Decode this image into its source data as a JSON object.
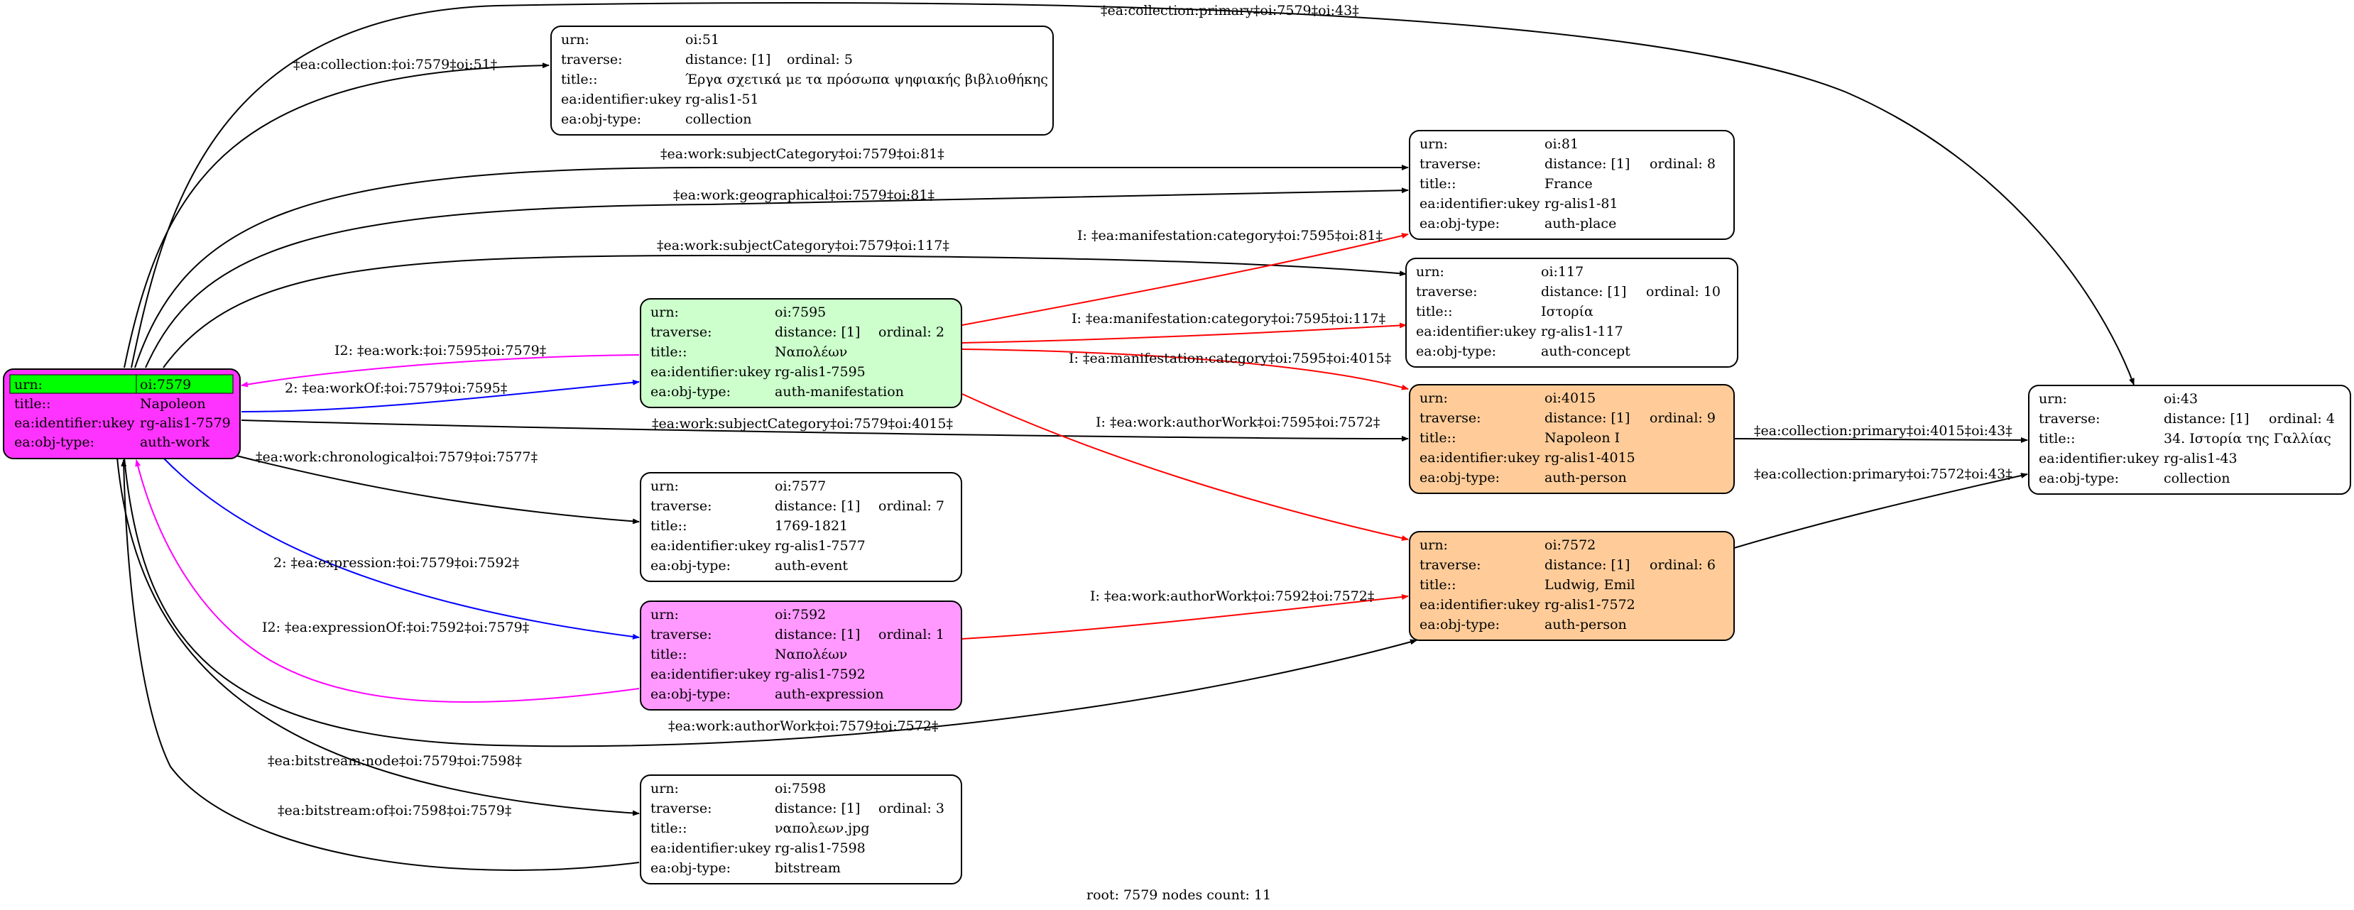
{
  "colors": {
    "root_fill": "#ff33ff",
    "root_header": "#00ff00",
    "manifestation_fill": "#ccffcc",
    "expression_fill": "#ff99ff",
    "person_fill": "#ffcc99",
    "default_fill": "#ffffff",
    "edge_default": "#000000",
    "edge_inverse": "#ff0000",
    "edge_magenta": "#ff00ff",
    "edge_blue": "#0000ff"
  },
  "nodes": {
    "n7579": {
      "rows": [
        [
          "urn:",
          "oi:7579"
        ],
        [
          "title::",
          "Napoleon"
        ],
        [
          "ea:identifier:ukey",
          "rg-alis1-7579"
        ],
        [
          "ea:obj-type:",
          "auth-work"
        ]
      ]
    },
    "n51": {
      "rows": [
        [
          "urn:",
          "oi:51"
        ],
        [
          "traverse:",
          "distance: [1]",
          "ordinal: 5"
        ],
        [
          "title::",
          "Έργα σχετικά με τα πρόσωπα ψηφιακής βιβλιοθήκης"
        ],
        [
          "ea:identifier:ukey",
          "rg-alis1-51"
        ],
        [
          "ea:obj-type:",
          "collection"
        ]
      ]
    },
    "n81": {
      "rows": [
        [
          "urn:",
          "oi:81"
        ],
        [
          "traverse:",
          "distance: [1]",
          "ordinal: 8"
        ],
        [
          "title::",
          "France"
        ],
        [
          "ea:identifier:ukey",
          "rg-alis1-81"
        ],
        [
          "ea:obj-type:",
          "auth-place"
        ]
      ]
    },
    "n117": {
      "rows": [
        [
          "urn:",
          "oi:117"
        ],
        [
          "traverse:",
          "distance: [1]",
          "ordinal: 10"
        ],
        [
          "title::",
          "Ιστορία"
        ],
        [
          "ea:identifier:ukey",
          "rg-alis1-117"
        ],
        [
          "ea:obj-type:",
          "auth-concept"
        ]
      ]
    },
    "n7595": {
      "rows": [
        [
          "urn:",
          "oi:7595"
        ],
        [
          "traverse:",
          "distance: [1]",
          "ordinal: 2"
        ],
        [
          "title::",
          "Ναπολέων"
        ],
        [
          "ea:identifier:ukey",
          "rg-alis1-7595"
        ],
        [
          "ea:obj-type:",
          "auth-manifestation"
        ]
      ]
    },
    "n4015": {
      "rows": [
        [
          "urn:",
          "oi:4015"
        ],
        [
          "traverse:",
          "distance: [1]",
          "ordinal: 9"
        ],
        [
          "title::",
          "Napoleon I"
        ],
        [
          "ea:identifier:ukey",
          "rg-alis1-4015"
        ],
        [
          "ea:obj-type:",
          "auth-person"
        ]
      ]
    },
    "n43": {
      "rows": [
        [
          "urn:",
          "oi:43"
        ],
        [
          "traverse:",
          "distance: [1]",
          "ordinal: 4"
        ],
        [
          "title::",
          "34. Ιστορία της Γαλλίας"
        ],
        [
          "ea:identifier:ukey",
          "rg-alis1-43"
        ],
        [
          "ea:obj-type:",
          "collection"
        ]
      ]
    },
    "n7577": {
      "rows": [
        [
          "urn:",
          "oi:7577"
        ],
        [
          "traverse:",
          "distance: [1]",
          "ordinal: 7"
        ],
        [
          "title::",
          "1769-1821"
        ],
        [
          "ea:identifier:ukey",
          "rg-alis1-7577"
        ],
        [
          "ea:obj-type:",
          "auth-event"
        ]
      ]
    },
    "n7572": {
      "rows": [
        [
          "urn:",
          "oi:7572"
        ],
        [
          "traverse:",
          "distance: [1]",
          "ordinal: 6"
        ],
        [
          "title::",
          "Ludwig, Emil"
        ],
        [
          "ea:identifier:ukey",
          "rg-alis1-7572"
        ],
        [
          "ea:obj-type:",
          "auth-person"
        ]
      ]
    },
    "n7592": {
      "rows": [
        [
          "urn:",
          "oi:7592"
        ],
        [
          "traverse:",
          "distance: [1]",
          "ordinal: 1"
        ],
        [
          "title::",
          "Ναπολέων"
        ],
        [
          "ea:identifier:ukey",
          "rg-alis1-7592"
        ],
        [
          "ea:obj-type:",
          "auth-expression"
        ]
      ]
    },
    "n7598": {
      "rows": [
        [
          "urn:",
          "oi:7598"
        ],
        [
          "traverse:",
          "distance: [1]",
          "ordinal: 3"
        ],
        [
          "title::",
          "ναπολεων.jpg"
        ],
        [
          "ea:identifier:ukey",
          "rg-alis1-7598"
        ],
        [
          "ea:obj-type:",
          "bitstream"
        ]
      ]
    }
  },
  "edges": {
    "e_coll_primary_43": "‡ea:collection:primary‡oi:7579‡oi:43‡",
    "e_coll_51": "‡ea:collection:‡oi:7579‡oi:51‡",
    "e_subj_81": "‡ea:work:subjectCategory‡oi:7579‡oi:81‡",
    "e_geo_81": "‡ea:work:geographical‡oi:7579‡oi:81‡",
    "e_subj_117": "‡ea:work:subjectCategory‡oi:7579‡oi:117‡",
    "e_i2_work": "I2: ‡ea:work:‡oi:7595‡oi:7579‡",
    "e_workof": "2: ‡ea:workOf:‡oi:7579‡oi:7595‡",
    "e_subj_4015": "‡ea:work:subjectCategory‡oi:7579‡oi:4015‡",
    "e_chrono": "‡ea:work:chronological‡oi:7579‡oi:7577‡",
    "e_expr": "2: ‡ea:expression:‡oi:7579‡oi:7592‡",
    "e_i2_exprof": "I2: ‡ea:expressionOf:‡oi:7592‡oi:7579‡",
    "e_author": "‡ea:work:authorWork‡oi:7579‡oi:7572‡",
    "e_bit_node": "‡ea:bitstream:node‡oi:7579‡oi:7598‡",
    "e_bit_of": "‡ea:bitstream:of‡oi:7598‡oi:7579‡",
    "e_i_man_81": "I: ‡ea:manifestation:category‡oi:7595‡oi:81‡",
    "e_i_man_117": "I: ‡ea:manifestation:category‡oi:7595‡oi:117‡",
    "e_i_man_4015": "I: ‡ea:manifestation:category‡oi:7595‡oi:4015‡",
    "e_i_auth_7595": "I: ‡ea:work:authorWork‡oi:7595‡oi:7572‡",
    "e_i_auth_7592": "I: ‡ea:work:authorWork‡oi:7592‡oi:7572‡",
    "e_coll_4015": "‡ea:collection:primary‡oi:4015‡oi:43‡",
    "e_coll_7572": "‡ea:collection:primary‡oi:7572‡oi:43‡"
  },
  "footer": "root: 7579 nodes count: 11"
}
